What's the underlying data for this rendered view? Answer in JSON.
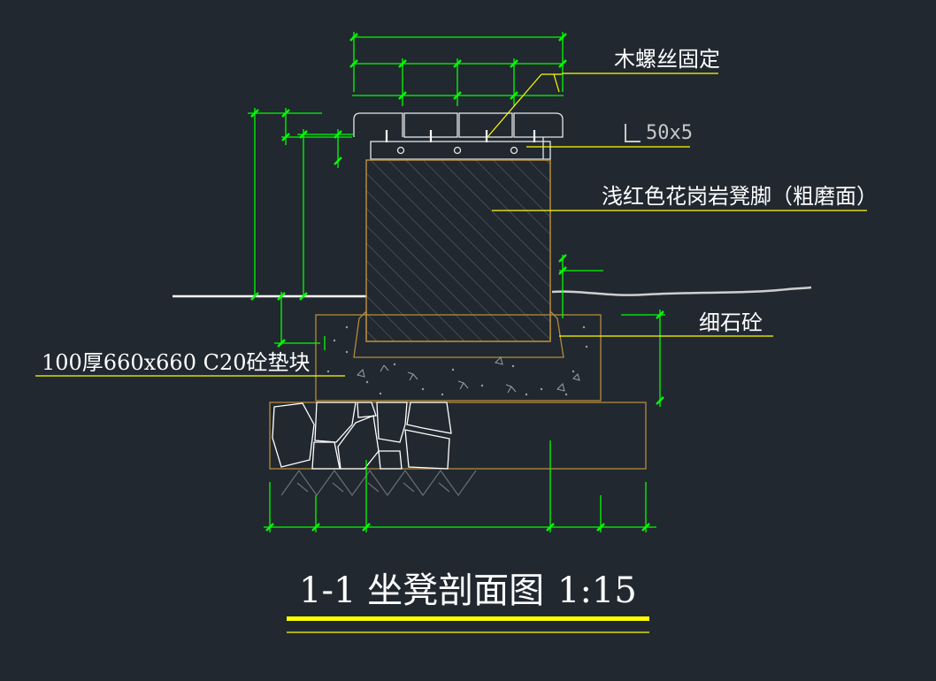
{
  "labels": {
    "wood_screw": "木螺丝固定",
    "angle_steel": "50x5",
    "granite_leg": "浅红色花岗岩凳脚（粗磨面）",
    "fine_concrete": "细石砼",
    "concrete_pad": "100厚660x660 C20砼垫块"
  },
  "title": {
    "name": "1-1 坐凳剖面图",
    "scale": "1:15"
  },
  "colors": {
    "background": "#212830",
    "dimension": "#00ff00",
    "outline": "#b58a3a",
    "leader": "#ffff00",
    "title_underline": "#ffff00"
  }
}
